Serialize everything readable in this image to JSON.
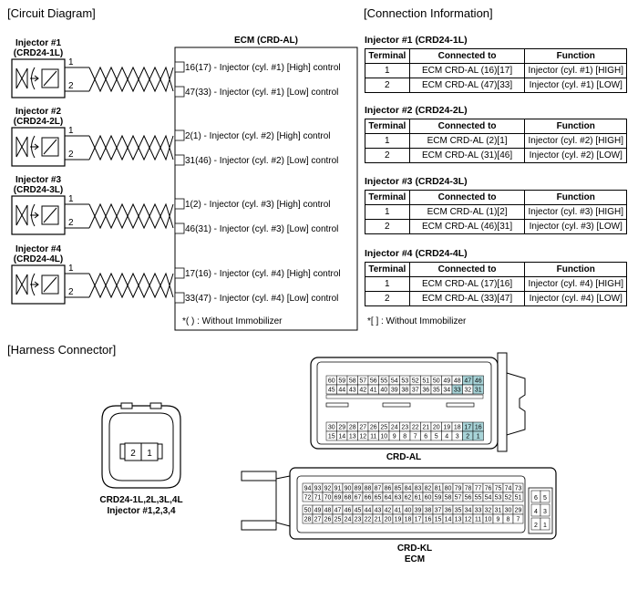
{
  "sections": {
    "circuit": "[Circuit Diagram]",
    "connection": "[Connection Information]",
    "harness": "[Harness Connector]"
  },
  "ecm": {
    "title": "ECM (CRD-AL)",
    "note": "*( ) : Without Immobilizer"
  },
  "injectors": [
    {
      "name": "Injector #1",
      "code": "(CRD24-1L)",
      "high": "16(17) - Injector (cyl. #1) [High] control",
      "low": "47(33) - Injector (cyl. #1) [Low] control"
    },
    {
      "name": "Injector #2",
      "code": "(CRD24-2L)",
      "high": "2(1) - Injector (cyl. #2) [High] control",
      "low": "31(46) - Injector (cyl. #2) [Low] control"
    },
    {
      "name": "Injector #3",
      "code": "(CRD24-3L)",
      "high": "1(2) - Injector (cyl. #3) [High] control",
      "low": "46(31) - Injector (cyl. #3) [Low] control"
    },
    {
      "name": "Injector #4",
      "code": "(CRD24-4L)",
      "high": "17(16) - Injector (cyl. #4) [High] control",
      "low": "33(47) - Injector (cyl. #4) [Low] control"
    }
  ],
  "pin_labels": {
    "one": "1",
    "two": "2"
  },
  "connection_tables": [
    {
      "title": "Injector #1 (CRD24-1L)",
      "headers": [
        "Terminal",
        "Connected to",
        "Function"
      ],
      "rows": [
        [
          "1",
          "ECM CRD-AL (16)[17]",
          "Injector (cyl. #1) [HIGH]"
        ],
        [
          "2",
          "ECM CRD-AL (47)[33]",
          "Injector (cyl. #1) [LOW]"
        ]
      ]
    },
    {
      "title": "Injector #2 (CRD24-2L)",
      "headers": [
        "Terminal",
        "Connected to",
        "Function"
      ],
      "rows": [
        [
          "1",
          "ECM CRD-AL (2)[1]",
          "Injector (cyl. #2) [HIGH]"
        ],
        [
          "2",
          "ECM CRD-AL (31)[46]",
          "Injector (cyl. #2) [LOW]"
        ]
      ]
    },
    {
      "title": "Injector #3 (CRD24-3L)",
      "headers": [
        "Terminal",
        "Connected to",
        "Function"
      ],
      "rows": [
        [
          "1",
          "ECM CRD-AL (1)[2]",
          "Injector (cyl. #3) [HIGH]"
        ],
        [
          "2",
          "ECM CRD-AL (46)[31]",
          "Injector (cyl. #3) [LOW]"
        ]
      ]
    },
    {
      "title": "Injector #4 (CRD24-4L)",
      "headers": [
        "Terminal",
        "Connected to",
        "Function"
      ],
      "rows": [
        [
          "1",
          "ECM CRD-AL (17)[16]",
          "Injector (cyl. #4) [HIGH]"
        ],
        [
          "2",
          "ECM CRD-AL (33)[47]",
          "Injector (cyl. #4) [LOW]"
        ]
      ]
    }
  ],
  "connection_note": "*[ ] : Without Immobilizer",
  "injector_connector": {
    "pins": [
      "2",
      "1"
    ],
    "label1": "CRD24-1L,2L,3L,4L",
    "label2": "Injector #1,2,3,4"
  },
  "crd_al": {
    "label": "CRD-AL",
    "row1": [
      "60",
      "59",
      "58",
      "57",
      "56",
      "55",
      "54",
      "53",
      "52",
      "51",
      "50",
      "49",
      "48",
      "47",
      "46"
    ],
    "row2": [
      "45",
      "44",
      "43",
      "42",
      "41",
      "40",
      "39",
      "38",
      "37",
      "36",
      "35",
      "34",
      "33",
      "32",
      "31"
    ],
    "row3": [
      "30",
      "29",
      "28",
      "27",
      "26",
      "25",
      "24",
      "23",
      "22",
      "21",
      "20",
      "19",
      "18",
      "17",
      "16"
    ],
    "row4": [
      "15",
      "14",
      "13",
      "12",
      "11",
      "10",
      "9",
      "8",
      "7",
      "6",
      "5",
      "4",
      "3",
      "2",
      "1"
    ],
    "highlighted": [
      "47",
      "46",
      "33",
      "31",
      "17",
      "16",
      "2",
      "1"
    ],
    "highlight_color": "#a8d4d8"
  },
  "crd_kl": {
    "label1": "CRD-KL",
    "label2": "ECM",
    "row1": [
      "94",
      "93",
      "92",
      "91",
      "90",
      "89",
      "88",
      "87",
      "86",
      "85",
      "84",
      "83",
      "82",
      "81",
      "80",
      "79",
      "78",
      "77",
      "76",
      "75",
      "74",
      "73"
    ],
    "row2": [
      "72",
      "71",
      "70",
      "69",
      "68",
      "67",
      "66",
      "65",
      "64",
      "63",
      "62",
      "61",
      "60",
      "59",
      "58",
      "57",
      "56",
      "55",
      "54",
      "53",
      "52",
      "51"
    ],
    "row3": [
      "50",
      "49",
      "48",
      "47",
      "46",
      "45",
      "44",
      "43",
      "42",
      "41",
      "40",
      "39",
      "38",
      "37",
      "36",
      "35",
      "34",
      "33",
      "32",
      "31",
      "30",
      "29"
    ],
    "row4": [
      "28",
      "27",
      "26",
      "25",
      "24",
      "23",
      "22",
      "21",
      "20",
      "19",
      "18",
      "17",
      "16",
      "15",
      "14",
      "13",
      "12",
      "11",
      "10",
      "9",
      "8",
      "7"
    ],
    "side": [
      [
        "6",
        "5"
      ],
      [
        "4",
        "3"
      ],
      [
        "2",
        "1"
      ]
    ]
  }
}
